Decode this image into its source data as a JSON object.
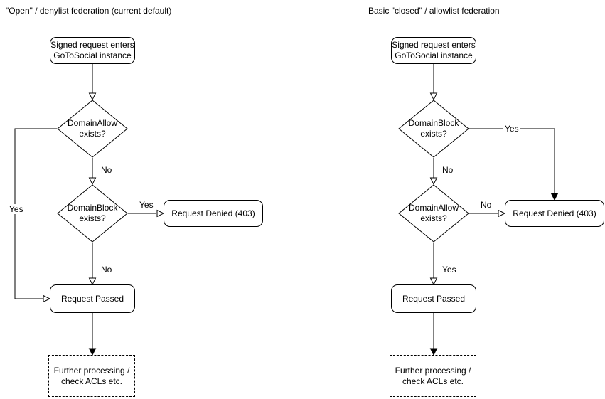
{
  "colors": {
    "stroke": "#000000",
    "node_fill": "#ffffff",
    "text": "#000000",
    "background": "#ffffff"
  },
  "left": {
    "title": "\"Open\" / denylist federation (current default)",
    "start": "Signed request enters\nGoToSocial instance",
    "decision1": "DomainAllow\nexists?",
    "decision2": "DomainBlock\nexists?",
    "denied": "Request Denied (403)",
    "passed": "Request Passed",
    "further": "Further processing /\ncheck ACLs etc.",
    "labels": {
      "decision1_yes": "Yes",
      "decision1_no": "No",
      "decision2_yes": "Yes",
      "decision2_no": "No"
    }
  },
  "right": {
    "title": "Basic \"closed\" / allowlist federation",
    "start": "Signed request enters\nGoToSocial instance",
    "decision1": "DomainBlock\nexists?",
    "decision2": "DomainAllow\nexists?",
    "denied": "Request Denied (403)",
    "passed": "Request Passed",
    "further": "Further processing /\ncheck ACLs etc.",
    "labels": {
      "decision1_yes": "Yes",
      "decision1_no": "No",
      "decision2_no": "No",
      "decision2_yes": "Yes"
    }
  }
}
